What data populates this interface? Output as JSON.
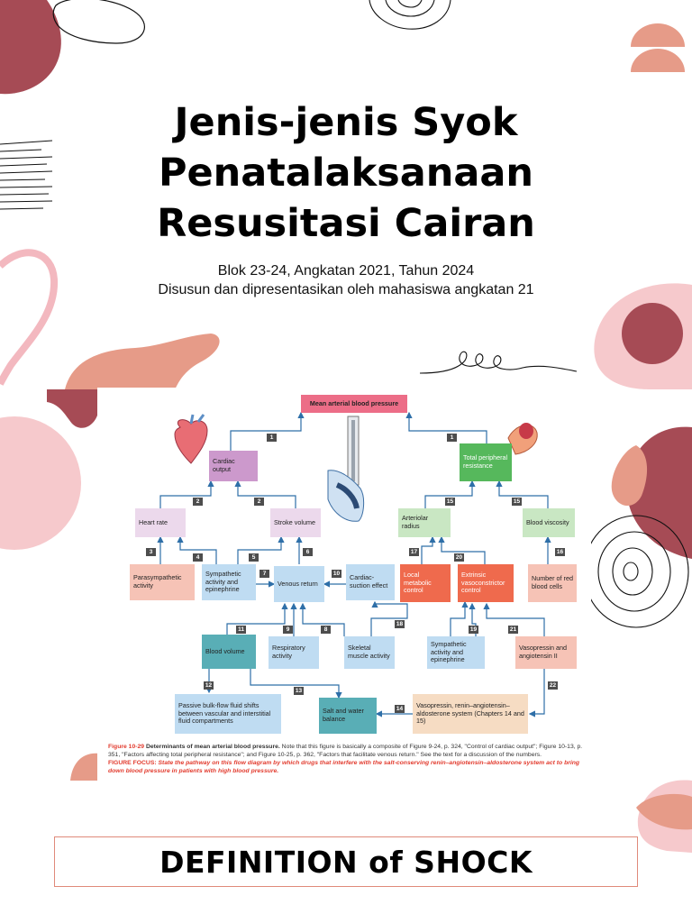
{
  "title_lines": [
    "Jenis-jenis Syok",
    "Penatalaksanaan",
    "Resusitasi Cairan"
  ],
  "subtitle_lines": [
    "Blok 23-24, Angkatan 2021, Tahun 2024",
    "Disusun dan dipresentasikan oleh mahasiswa angkatan 21"
  ],
  "colors": {
    "maroon": "#a64b55",
    "pink": "#f6c9cc",
    "salmon": "#e69b88",
    "peach": "#f0b6a6"
  },
  "figure": {
    "nodes": {
      "map": "Mean arterial blood pressure",
      "cardiac_output": "Cardiac output",
      "tpr": "Total peripheral resistance",
      "heart_rate": "Heart rate",
      "stroke_volume": "Stroke volume",
      "arteriolar_radius": "Arteriolar radius",
      "blood_viscosity": "Blood viscosity",
      "parasympathetic": "Parasympathetic activity",
      "sympathetic_1": "Sympathetic activity and epinephrine",
      "venous_return": "Venous return",
      "cardiac_suction": "Cardiac-suction effect",
      "local_metabolic": "Local metabolic control",
      "extrinsic_vaso": "Extrinsic vasoconstrictor control",
      "rbc": "Number of red blood cells",
      "blood_volume": "Blood volume",
      "respiratory": "Respiratory activity",
      "skeletal": "Skeletal muscle activity",
      "sympathetic_2": "Sympathetic activity and epinephrine",
      "vasopressin": "Vasopressin and angiotensin II",
      "bulk_flow": "Passive bulk-flow fluid shifts between vascular and interstitial fluid compartments",
      "salt_water": "Salt and water balance",
      "raas": "Vasopressin, renin–angiotensin–aldosterone system (Chapters 14 and 15)"
    },
    "numbers": [
      "1",
      "1",
      "2",
      "2",
      "3",
      "4",
      "5",
      "6",
      "7",
      "10",
      "15",
      "15",
      "16",
      "17",
      "20",
      "11",
      "9",
      "8",
      "18",
      "19",
      "21",
      "12",
      "13",
      "14",
      "22"
    ],
    "caption": {
      "fig_label": "Figure 10-29",
      "bold": "Determinants of mean arterial blood pressure.",
      "text": "Note that this figure is basically a composite of Figure 9-24, p. 324, \"Control of cardiac output\"; Figure 10-13, p. 351, \"Factors affecting total peripheral resistance\"; and Figure 10-25, p. 362, \"Factors that facilitate venous return.\" See the text for a discussion of the numbers.",
      "focus_label": "FIGURE FOCUS:",
      "focus_text": "State the pathway on this flow diagram by which drugs that interfere with the salt-conserving renin–angiotensin–aldosterone system act to bring down blood pressure in patients with high blood pressure."
    }
  },
  "definition_heading": "DEFINITION of SHOCK"
}
